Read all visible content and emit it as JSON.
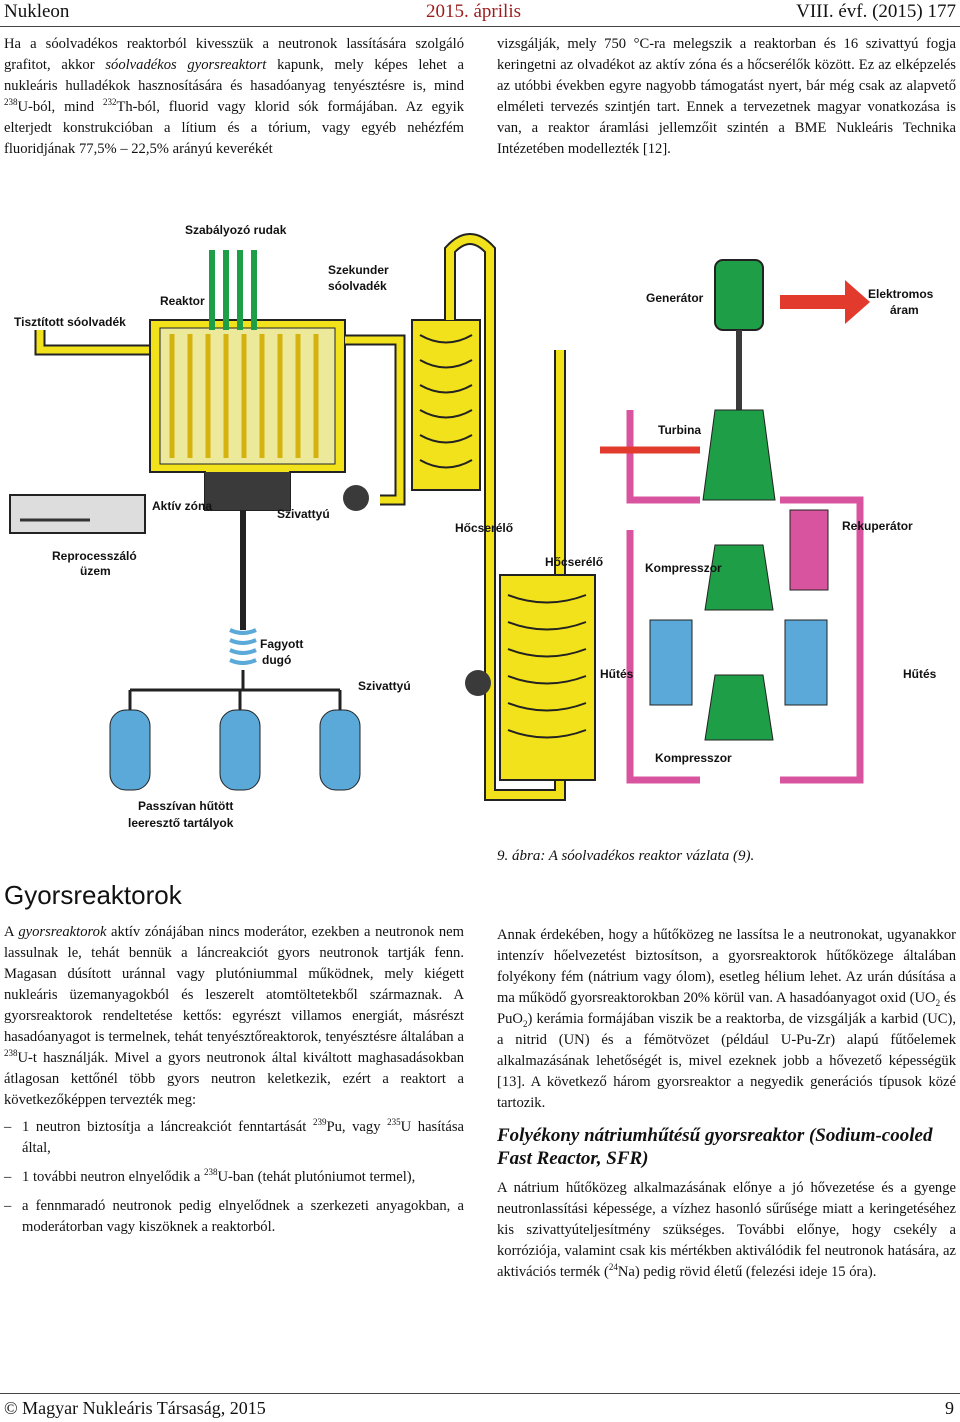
{
  "header": {
    "journal": "Nukleon",
    "date": "2015. április",
    "volume": "VIII. évf. (2015) 177"
  },
  "top": {
    "left_1": "Ha a sóolvadékos reaktorból kivesszük a neutronok lassítására szolgáló grafitot, akkor ",
    "left_1_em": "sóolvadékos gyorsreaktort",
    "left_2": " kapunk, mely képes lehet a nukleáris hulladékok hasznosítására és hasadóanyag tenyésztésre is, mind ",
    "sup_u238": "238",
    "left_3": "U-ból, mind ",
    "sup_th232": "232",
    "left_4": "Th-ból, fluorid vagy klorid sók formájában. Az egyik elterjedt konstrukcióban a lítium és a tórium, vagy egyéb nehézfém fluoridjának 77,5% – 22,5% arányú keverékét",
    "right": "vizsgálják, mely 750 °C-ra melegszik a reaktorban és 16 szivattyú fogja keringetni az olvadékot az aktív zóna és a hőcserélők között. Ez az elképzelés az utóbbi években egyre nagyobb támogatást nyert, bár még csak az alapvető elméleti tervezés szintjén tart. Ennek a tervezetnek magyar vonatkozása is van, a reaktor áramlási jellemzőit szintén a BME Nukleáris Technika Intézetében modellezték [12]."
  },
  "figure": {
    "caption": "9. ábra: A sóolvadékos reaktor vázlata (9).",
    "labels": {
      "control_rods": "Szabályozó rudak",
      "secondary_salt_1": "Szekunder",
      "secondary_salt_2": "sóolvadék",
      "reactor": "Reaktor",
      "purified_salt": "Tisztított sóolvadék",
      "generator": "Generátor",
      "electric_1": "Elektromos",
      "electric_2": "áram",
      "turbine": "Turbina",
      "active_zone": "Aktív zóna",
      "pump_1": "Szivattyú",
      "heat_exchanger_1": "Hőcserélő",
      "recuperator": "Rekuperátor",
      "reprocessing_1": "Reprocesszáló",
      "reprocessing_2": "üzem",
      "heat_exchanger_2": "Hőcserélő",
      "compressor_1": "Kompresszor",
      "freeze_plug_1": "Fagyott",
      "freeze_plug_2": "dugó",
      "pump_2": "Szivattyú",
      "cooling_1": "Hűtés",
      "cooling_2": "Hűtés",
      "compressor_2": "Kompresszor",
      "tanks_1": "Passzívan hűtött",
      "tanks_2": "leeresztő tartályok"
    },
    "colors": {
      "salt": "#f2e21c",
      "outline": "#222222",
      "blue": "#5aa9d8",
      "green": "#1e9e46",
      "red": "#e23b2e",
      "pink": "#d8549e",
      "gray": "#3a3a3a"
    }
  },
  "section": {
    "title": "Gyorsreaktorok",
    "p1_em": "gyorsreaktorok",
    "p1_pre": "A ",
    "p1": " aktív zónájában nincs moderátor, ezekben a neutronok nem lassulnak le, tehát bennük a láncreakciót gyors neutronok tartják fenn. Magasan dúsított uránnal vagy plutóniummal működnek, mely kiégett nukleáris üzemanyagokból és leszerelt atomtöltetekből származnak. A gyorsreaktorok rendeltetése kettős: egyrészt villamos energiát, másrészt hasadóanyagot is termelnek, tehát tenyésztőreaktorok, tenyésztésre általában a ",
    "p1_sup": "238",
    "p1_end": "U-t használják. Mivel a gyors neutronok által kiváltott maghasadásokban átlagosan kettőnél több gyors neutron keletkezik, ezért a reaktort a következőképpen tervezték meg:",
    "items": [
      {
        "pre": "1 neutron biztosítja a láncreakciót fenntartását ",
        "sup": "239",
        "mid": "Pu, vagy ",
        "sup2": "235",
        "post": "U hasítása által,"
      },
      {
        "pre": "1 további neutron elnyelődik a ",
        "sup": "238",
        "post": "U-ban (tehát plutóniumot termel),"
      },
      {
        "text": "a fennmaradó neutronok pedig elnyelődnek a szerkezeti anyagokban, a moderátorban vagy kiszöknek a reaktorból."
      }
    ],
    "r1_a": "Annak érdekében, hogy a hűtőközeg ne lassítsa le a neutronokat, ugyanakkor intenzív hőelvezetést biztosítson, a gyorsreaktorok hűtőközege általában folyékony fém (nátrium vagy ólom), esetleg hélium lehet. Az urán dúsítása a ma működő gyorsreaktorokban 20% körül van. A hasadóanyagot oxid (UO",
    "r1_sub1": "2",
    "r1_b": " és PuO",
    "r1_sub2": "2",
    "r1_c": ") kerámia formájában viszik be a reaktorba, de vizsgálják a karbid (UC), a nitrid (UN) és a fémötvözet (például U-Pu-Zr) alapú fűtőelemek alkalmazásának lehetőségét is, mivel ezeknek jobb a hővezető képességük [13]. A következő három gyorsreaktor a negyedik generációs típusok közé tartozik.",
    "subtitle": "Folyékony nátriumhűtésű gyorsreaktor (Sodium-cooled Fast Reactor, SFR)",
    "r2_a": "A nátrium hűtőközeg alkalmazásának előnye a jó hővezetése és a gyenge neutronlassítási képessége, a vízhez hasonló sűrűsége miatt a keringetéséhez kis szivattyúteljesítmény szükséges. További előnye, hogy csekély a korróziója, valamint csak kis mértékben aktiválódik fel neutronok hatására, az aktivációs termék (",
    "r2_sup": "24",
    "r2_b": "Na) pedig rövid életű (felezési ideje 15 óra)."
  },
  "footer": {
    "copyright": "© Magyar Nukleáris Társaság, 2015",
    "page": "9"
  }
}
